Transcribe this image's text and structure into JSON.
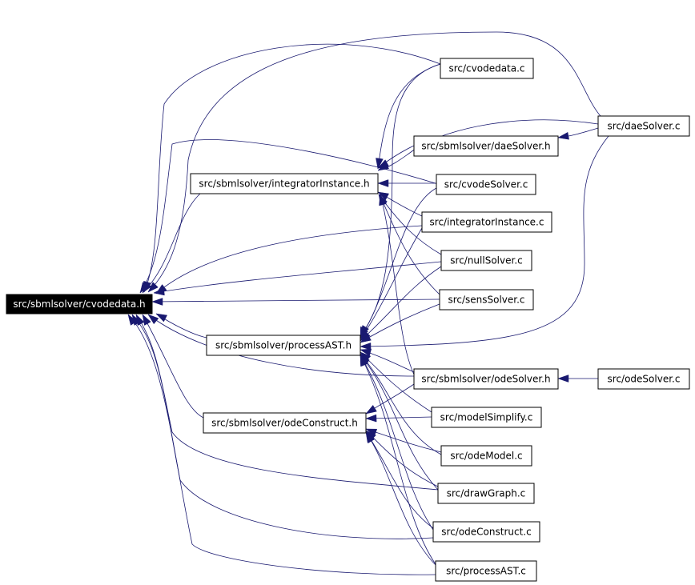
{
  "diagram": {
    "nodes": {
      "cvodedata_h": "src/sbmlsolver/cvodedata.h",
      "integratorInstance_h": "src/sbmlsolver/integratorInstance.h",
      "processAST_h": "src/sbmlsolver/processAST.h",
      "odeConstruct_h": "src/sbmlsolver/odeConstruct.h",
      "daeSolver_h": "src/sbmlsolver/daeSolver.h",
      "odeSolver_h": "src/sbmlsolver/odeSolver.h",
      "cvodedata_c": "src/cvodedata.c",
      "daeSolver_c": "src/daeSolver.c",
      "cvodeSolver_c": "src/cvodeSolver.c",
      "integratorInstance_c": "src/integratorInstance.c",
      "nullSolver_c": "src/nullSolver.c",
      "sensSolver_c": "src/sensSolver.c",
      "odeSolver_c": "src/odeSolver.c",
      "modelSimplify_c": "src/modelSimplify.c",
      "odeModel_c": "src/odeModel.c",
      "drawGraph_c": "src/drawGraph.c",
      "odeConstruct_c": "src/odeConstruct.c",
      "processAST_c": "src/processAST.c"
    },
    "colors": {
      "edge": "#191970",
      "root_fill": "#000000",
      "root_text": "#ffffff",
      "node_border": "#000000"
    }
  }
}
